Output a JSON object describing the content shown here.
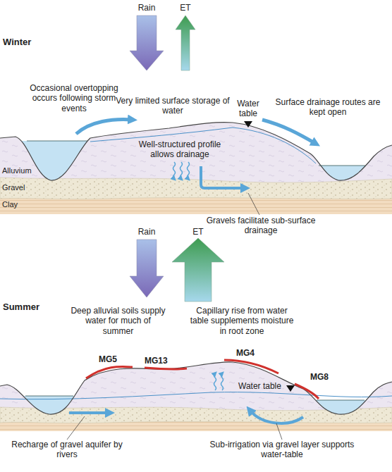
{
  "diagram": {
    "labels": [
      "Rain",
      "ET",
      "Winter",
      "Occasional overtopping occurs following storm events",
      "Very limited surface storage of water",
      "Water table",
      "Surface drainage routes are kept open",
      "Alluvium",
      "Gravel",
      "Clay",
      "Well-structured profile allows drainage",
      "Gravels facilitate sub-surface drainage",
      "Rain",
      "ET",
      "Summer",
      "Deep alluvial soils supply water for much of summer",
      "Capillary rise from water table supplements moisture in root zone",
      "MG5",
      "MG13",
      "MG4",
      "MG8",
      "Water table",
      "Recharge of gravel aquifer by rivers",
      "Sub-irrigation via gravel layer supports water-table"
    ]
  }
}
